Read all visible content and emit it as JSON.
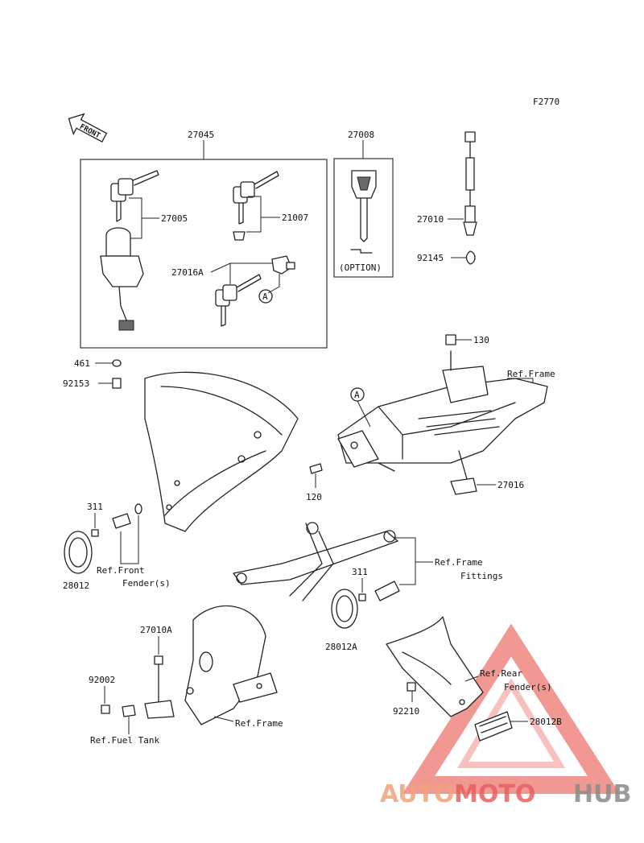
{
  "figure_code": "F2770",
  "front_label": "FRONT",
  "option_label": "(OPTION)",
  "callout_letter": "A",
  "parts": {
    "p27045": "27045",
    "p27008": "27008",
    "p27005": "27005",
    "p21007": "21007",
    "p27016A": "27016A",
    "p27010": "27010",
    "p92145": "92145",
    "p461": "461",
    "p92153": "92153",
    "p130": "130",
    "p120": "120",
    "p27016": "27016",
    "p311a": "311",
    "p28012": "28012",
    "p311b": "311",
    "p28012A": "28012A",
    "p27010A": "27010A",
    "p92002": "92002",
    "p92210": "92210",
    "p28012B": "28012B"
  },
  "refs": {
    "ref_frame_top": "Ref.Frame",
    "ref_front_fender_1": "Ref.Front",
    "ref_front_fender_2": "Fender(s)",
    "ref_frame_fittings_1": "Ref.Frame",
    "ref_frame_fittings_2": "Fittings",
    "ref_rear_fender_1": "Ref.Rear",
    "ref_rear_fender_2": "Fender(s)",
    "ref_fuel_tank": "Ref.Fuel Tank",
    "ref_frame_bottom": "Ref.Frame"
  },
  "watermark": {
    "auto": "AUTO",
    "moto": "MOTO",
    "hub": "HUB",
    "colors": {
      "triangle": "#e8453c",
      "auto": "#f0a37a",
      "moto": "#e86060",
      "hub": "#8a8a8a"
    }
  }
}
